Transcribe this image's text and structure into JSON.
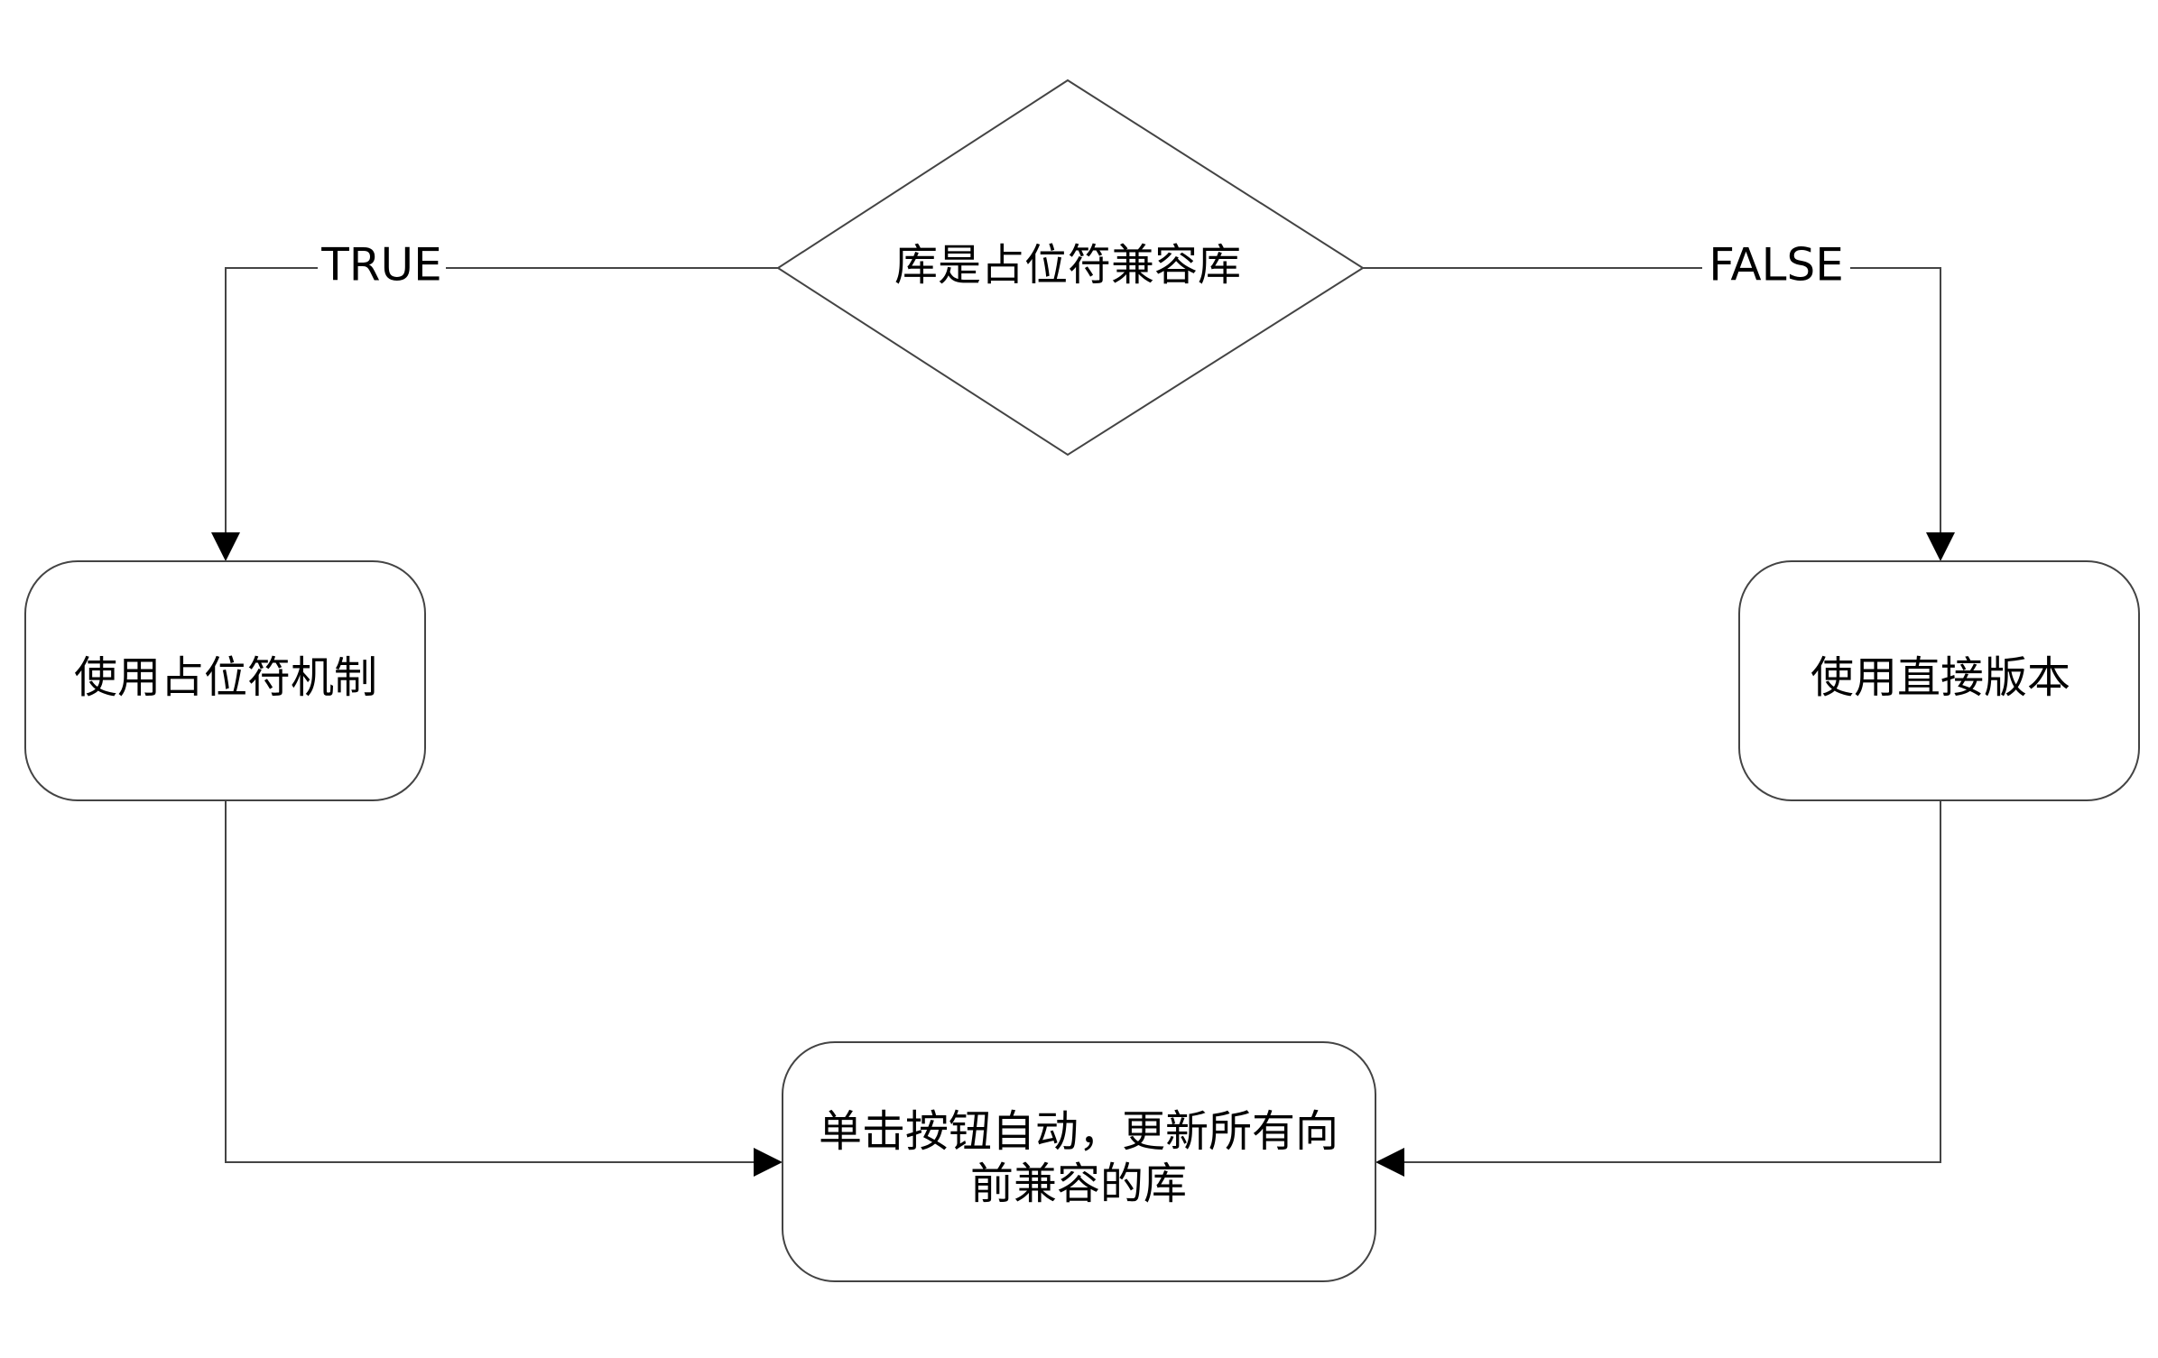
{
  "diagram": {
    "nodes": {
      "decision": {
        "label": "库是占位符兼容库"
      },
      "placeholder": {
        "label": "使用占位符机制"
      },
      "direct": {
        "label": "使用直接版本"
      },
      "update": {
        "lines": [
          "单击按钮自动，更新所有向",
          "前兼容的库"
        ]
      }
    },
    "edges": {
      "true_label": "TRUE",
      "false_label": "FALSE"
    },
    "colors": {
      "stroke": "#000000",
      "background": "#ffffff",
      "text": "#000000"
    }
  }
}
